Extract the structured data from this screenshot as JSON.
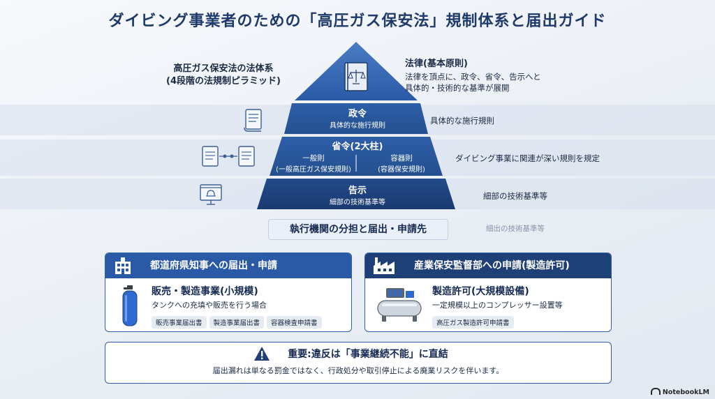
{
  "title": "ダイビング事業者のための「高圧ガス保安法」規制体系と届出ガイド",
  "pyramid_label": {
    "line1": "高圧ガス保安法の法体系",
    "line2": "(4段階の法規制ピラミッド)"
  },
  "levels": {
    "law": {
      "title": "法律(基本原則)",
      "desc1": "法律を頂点に、政令、省令、告示へと",
      "desc2": "具体的・技術的な基準が展開"
    },
    "cabinet": {
      "title": "政令",
      "sub": "具体的な施行規則",
      "desc": "具体的な施行規則"
    },
    "ministerial": {
      "title": "省令(2大柱)",
      "left1": "一般則",
      "left2": "(一般高圧ガス保安規則)",
      "right1": "容器則",
      "right2": "(容器保安規則)",
      "desc": "ダイビング事業に関連が深い規則を規定"
    },
    "notice": {
      "title": "告示",
      "sub": "細部の技術基準等",
      "desc": "細部の技術基準等"
    }
  },
  "banner": "執行機関の分担と届出・申請先",
  "ghost_text": "細出の技術基準等",
  "cards": {
    "left": {
      "header": "都道府県知事への届出・申請",
      "title": "販売・製造事業(小規模)",
      "sub": "タンクへの充填や販売を行う場合",
      "pills": [
        "販売事業届出書",
        "製造事業届出書",
        "容器検査申請書"
      ]
    },
    "right": {
      "header": "産業保安監督部への申請(製造許可)",
      "title": "製造許可(大規模設備)",
      "sub": "一定規模以上のコンプレッサー設置等",
      "pills": [
        "高圧ガス製造許可申請書"
      ]
    }
  },
  "warning": {
    "title": "重要:違反は「事業継続不能」に直結",
    "body": "届出漏れは単なる罰金ではなく、行政処分や取引停止による廃業リスクを伴います。"
  },
  "brand": "NotebookLM",
  "colors": {
    "pyramid_top": "#2e5ea9",
    "pyramid_mid": "#2a5aa6",
    "pyramid_bottom": "#1f3f77",
    "card_header": "#2a5aa6",
    "accent_dark": "#142a52"
  }
}
